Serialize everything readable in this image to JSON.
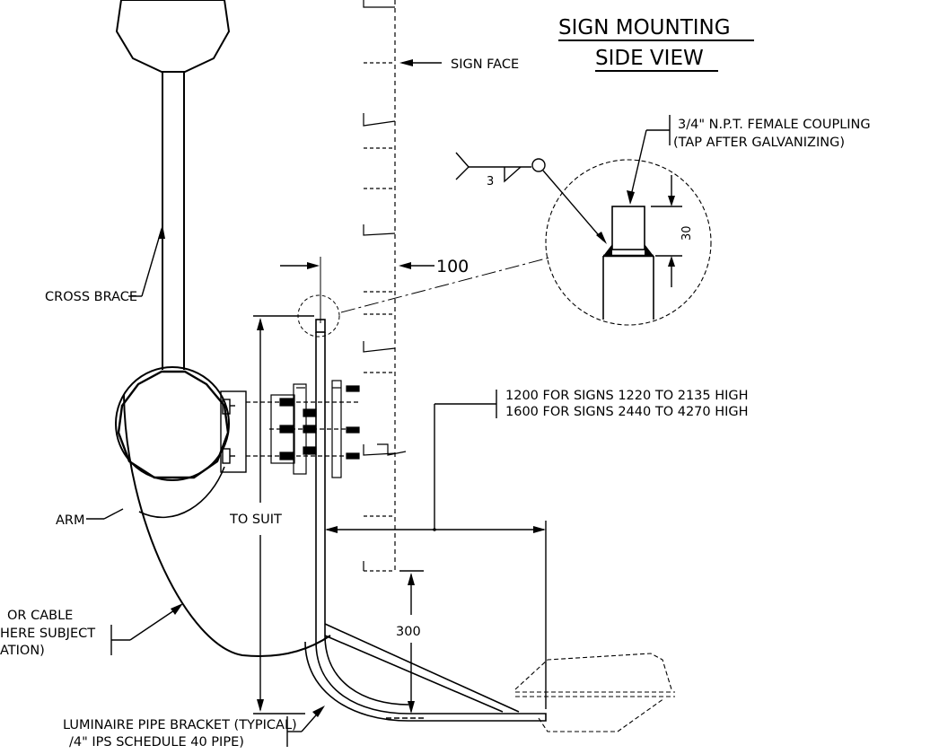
{
  "drawing": {
    "title_line1": "SIGN MOUNTING",
    "title_line2": "SIDE VIEW",
    "labels": {
      "sign_face": "SIGN FACE",
      "coupling_line1": "3/4\" N.P.T. FEMALE COUPLING",
      "coupling_line2": "(TAP AFTER GALVANIZING)",
      "weld_size": "3",
      "dim_30": "30",
      "dim_100": "100",
      "cross_brace": "CROSS BRACE",
      "offset_line1": "1200 FOR SIGNS 1220 TO 2135 HIGH",
      "offset_line2": "1600 FOR SIGNS 2440 TO 4270 HIGH",
      "arm": "ARM",
      "to_suit": "TO SUIT",
      "dim_300": "300",
      "rod_line1": "OR CABLE",
      "rod_line2": "HERE SUBJECT",
      "rod_line3": "ATION)",
      "bracket_line1": "LUMINAIRE PIPE BRACKET (TYPICAL)",
      "bracket_line2": "/4\" IPS SCHEDULE 40 PIPE)"
    }
  },
  "colors": {
    "ink": "#000000",
    "paper": "#ffffff"
  }
}
